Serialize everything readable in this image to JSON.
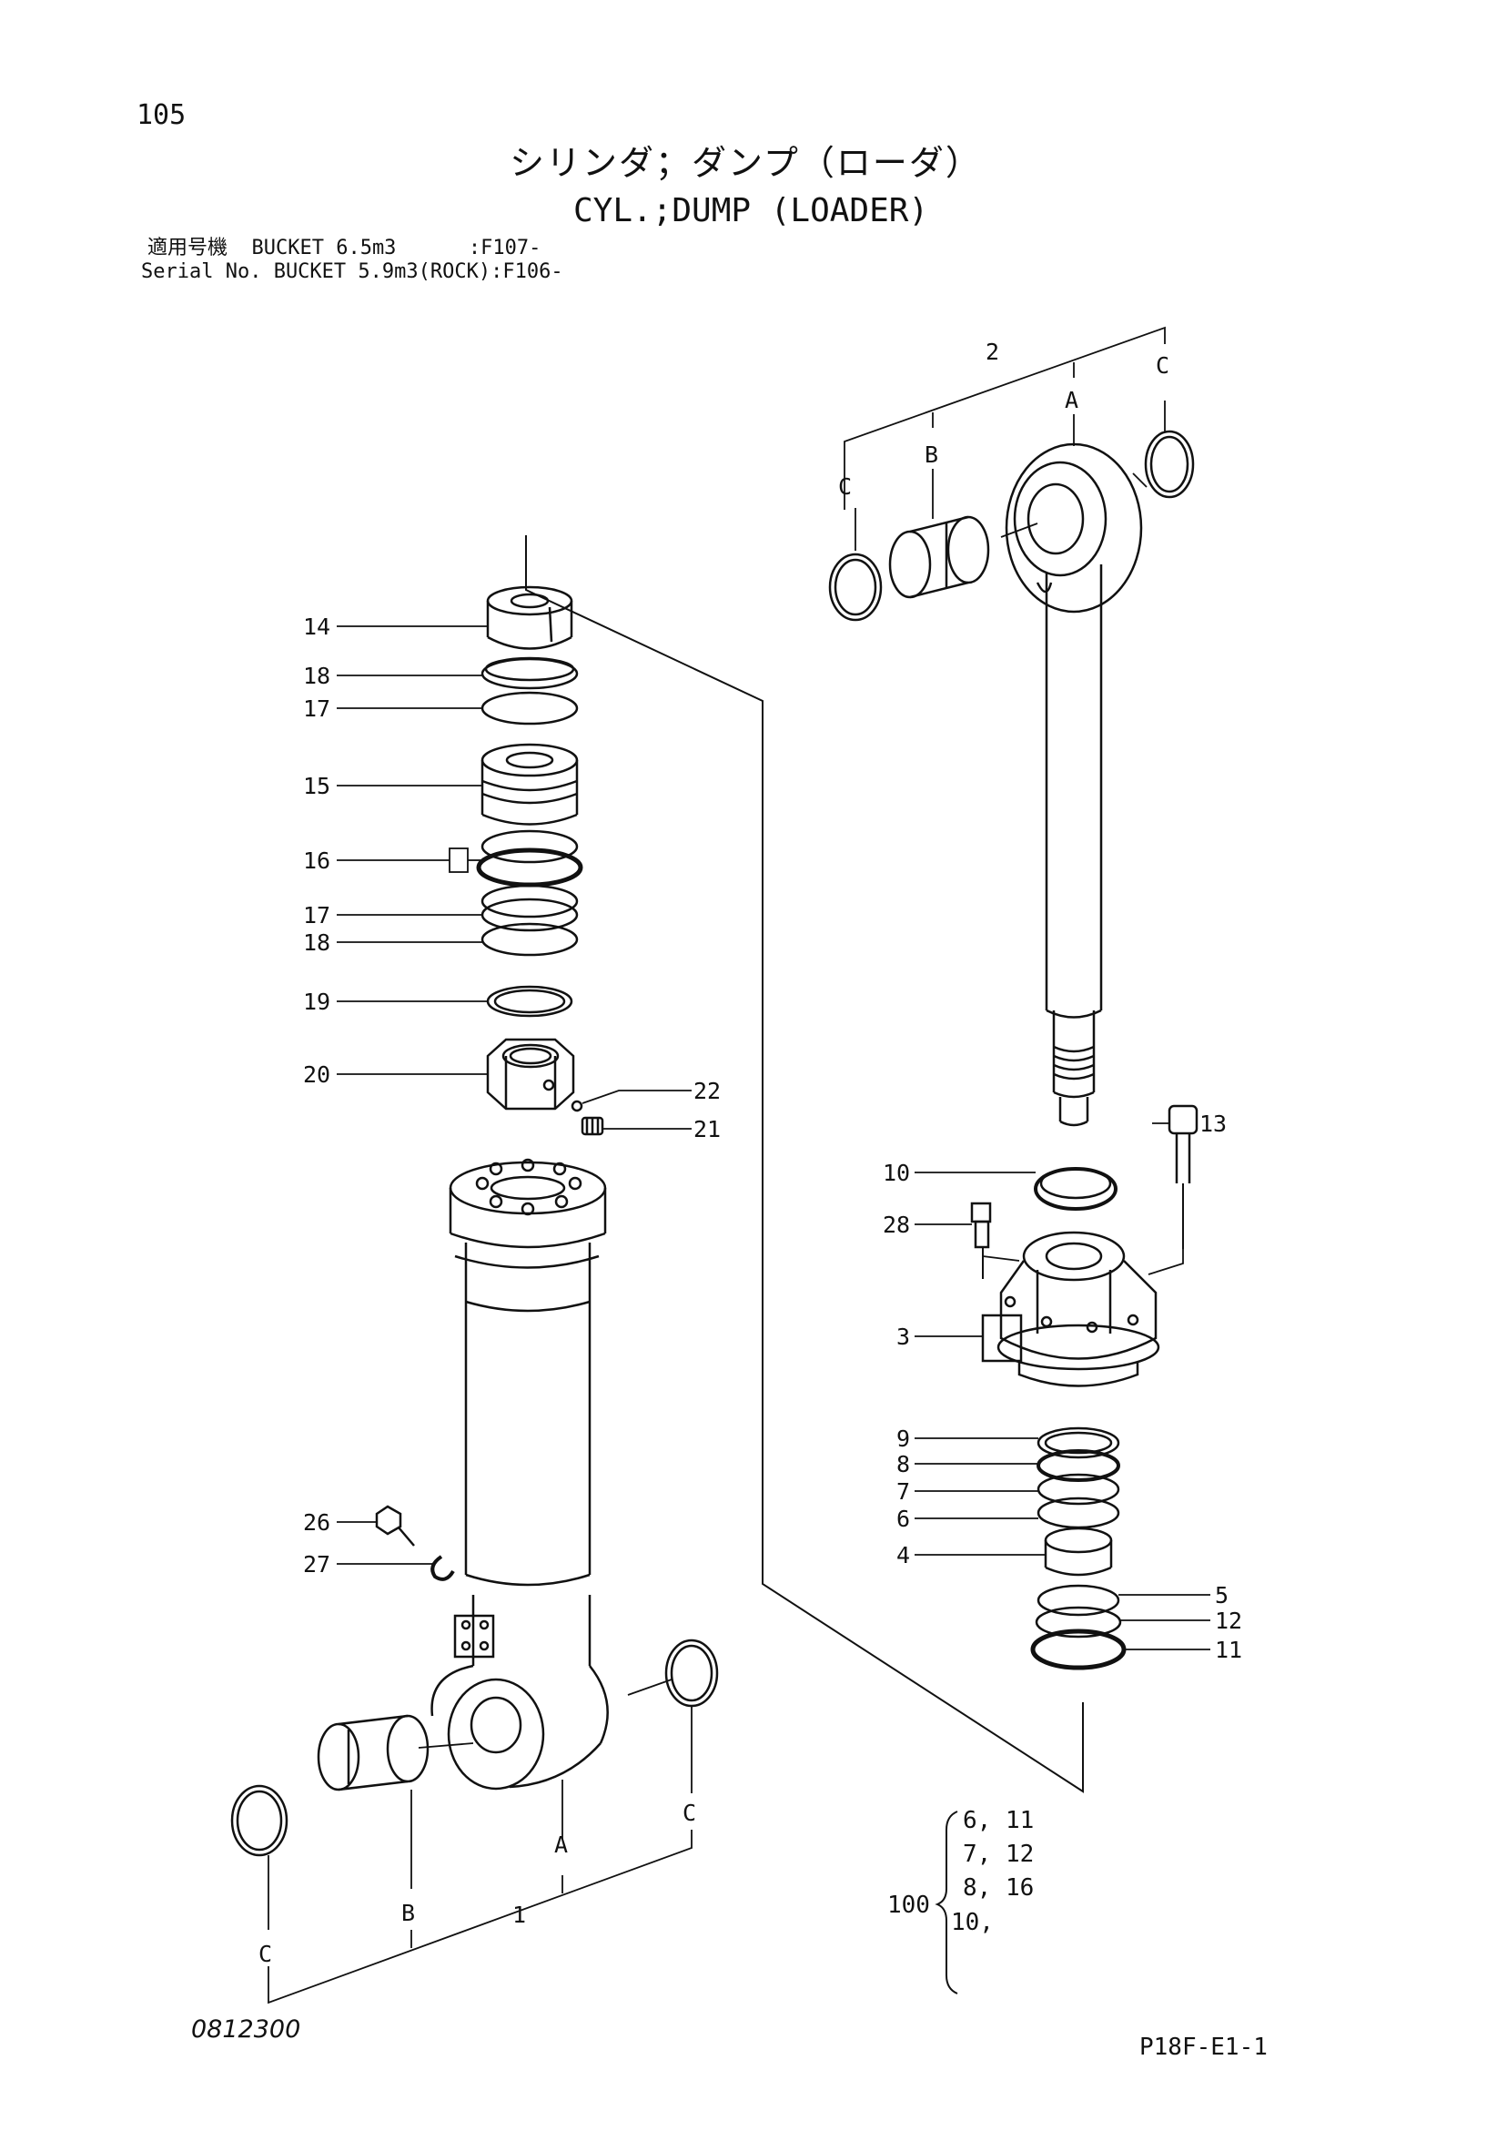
{
  "page_number": "105",
  "title_jp": "シリンダ；ダンプ（ローダ）",
  "title_en": "CYL.;DUMP (LOADER)",
  "applicability": {
    "line1": "適用号機  BUCKET 6.5m3      :F107-",
    "line2": "Serial No. BUCKET 5.9m3(ROCK):F106-"
  },
  "callouts": {
    "c14": "14",
    "c18a": "18",
    "c17a": "17",
    "c15": "15",
    "c16": "16",
    "c17b": "17",
    "c18b": "18",
    "c19": "19",
    "c20": "20",
    "c22": "22",
    "c21": "21",
    "c26": "26",
    "c27": "27",
    "c2": "2",
    "cA_top": "A",
    "cB_top": "B",
    "cC_top_left": "C",
    "cC_top_right": "C",
    "c13": "13",
    "c10": "10",
    "c28": "28",
    "c3": "3",
    "c9": "9",
    "c8": "8",
    "c7": "7",
    "c6": "6",
    "c4": "4",
    "c5": "5",
    "c12": "12",
    "c11": "11",
    "c1": "1",
    "cA_bot": "A",
    "cB_bot": "B",
    "cC_bot_left": "C",
    "cC_bot_right": "C"
  },
  "kit": {
    "number": "100",
    "lines": [
      "6, 11",
      "7, 12",
      "8, 16",
      "10,"
    ]
  },
  "doc_code": "0812300",
  "page_code": "P18F-E1-1"
}
